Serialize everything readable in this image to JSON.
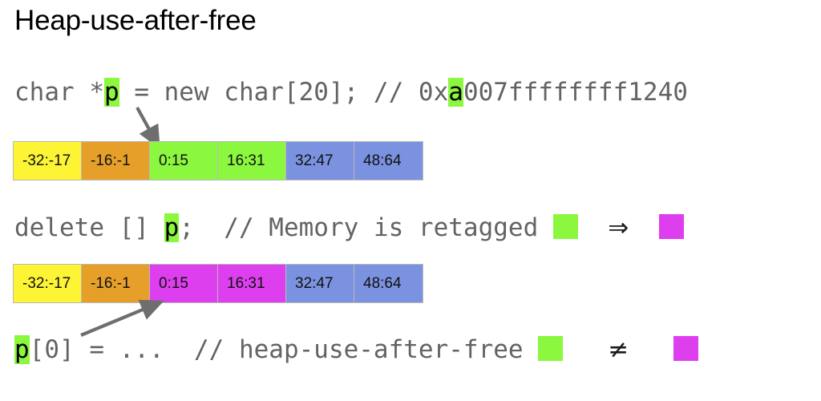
{
  "title": "Heap-use-after-free",
  "colors": {
    "green": "#8cf73f",
    "magenta": "#dd3fee",
    "yellow": "#fcf434",
    "orange": "#e6a029",
    "blue": "#7b92e0",
    "code_text": "#636363",
    "title_text": "#000000",
    "arrow": "#6e6e6e",
    "cell_border": "#b9b9b9",
    "background": "#ffffff"
  },
  "code_lines": [
    {
      "id": "alloc",
      "pre": "char *",
      "highlight": "p",
      "post": " = new char[20]; // 0x",
      "highlight2": "a",
      "post2": "007ffffffff1240"
    },
    {
      "id": "free",
      "pre": "delete [] ",
      "highlight": "p",
      "post": ";  // Memory is retagged ",
      "operator": "⇒",
      "swatch_left": "green",
      "swatch_right": "magenta"
    },
    {
      "id": "use",
      "highlight": "p",
      "post": "[0] = ...  // heap-use-after-free ",
      "operator": "≠",
      "swatch_left": "green",
      "swatch_right": "magenta"
    }
  ],
  "memory_bars": [
    {
      "id": "bar-before-free",
      "cells": [
        {
          "label": "-32:-17",
          "color": "yellow"
        },
        {
          "label": "-16:-1",
          "color": "orange"
        },
        {
          "label": "0:15",
          "color": "green"
        },
        {
          "label": "16:31",
          "color": "green"
        },
        {
          "label": "32:47",
          "color": "blue"
        },
        {
          "label": "48:64",
          "color": "blue"
        }
      ]
    },
    {
      "id": "bar-after-free",
      "cells": [
        {
          "label": "-32:-17",
          "color": "yellow"
        },
        {
          "label": "-16:-1",
          "color": "orange"
        },
        {
          "label": "0:15",
          "color": "magenta"
        },
        {
          "label": "16:31",
          "color": "magenta"
        },
        {
          "label": "32:47",
          "color": "blue"
        },
        {
          "label": "48:64",
          "color": "blue"
        }
      ]
    }
  ],
  "pointer_arrows": [
    {
      "id": "arrow-alloc-to-granule",
      "direction": "down-right",
      "from": "pointer-p-alloc",
      "to": "bar-before-free cell 0:15"
    },
    {
      "id": "arrow-use-to-granule",
      "direction": "up-right",
      "from": "pointer-p-use",
      "to": "bar-after-free cell 0:15"
    }
  ]
}
